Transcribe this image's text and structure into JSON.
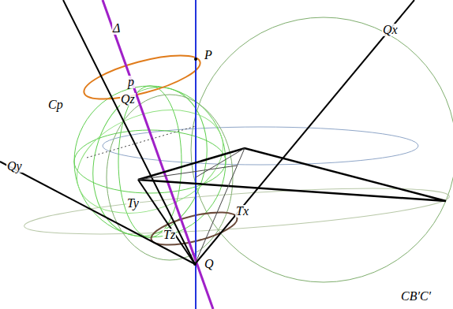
{
  "diagram": {
    "labels": [
      "Δ",
      "P",
      "Qz",
      "p",
      "Cp",
      "Qx",
      "Qy",
      "Ty",
      "Tx",
      "Tz",
      "Q",
      "CB′C′"
    ]
  }
}
